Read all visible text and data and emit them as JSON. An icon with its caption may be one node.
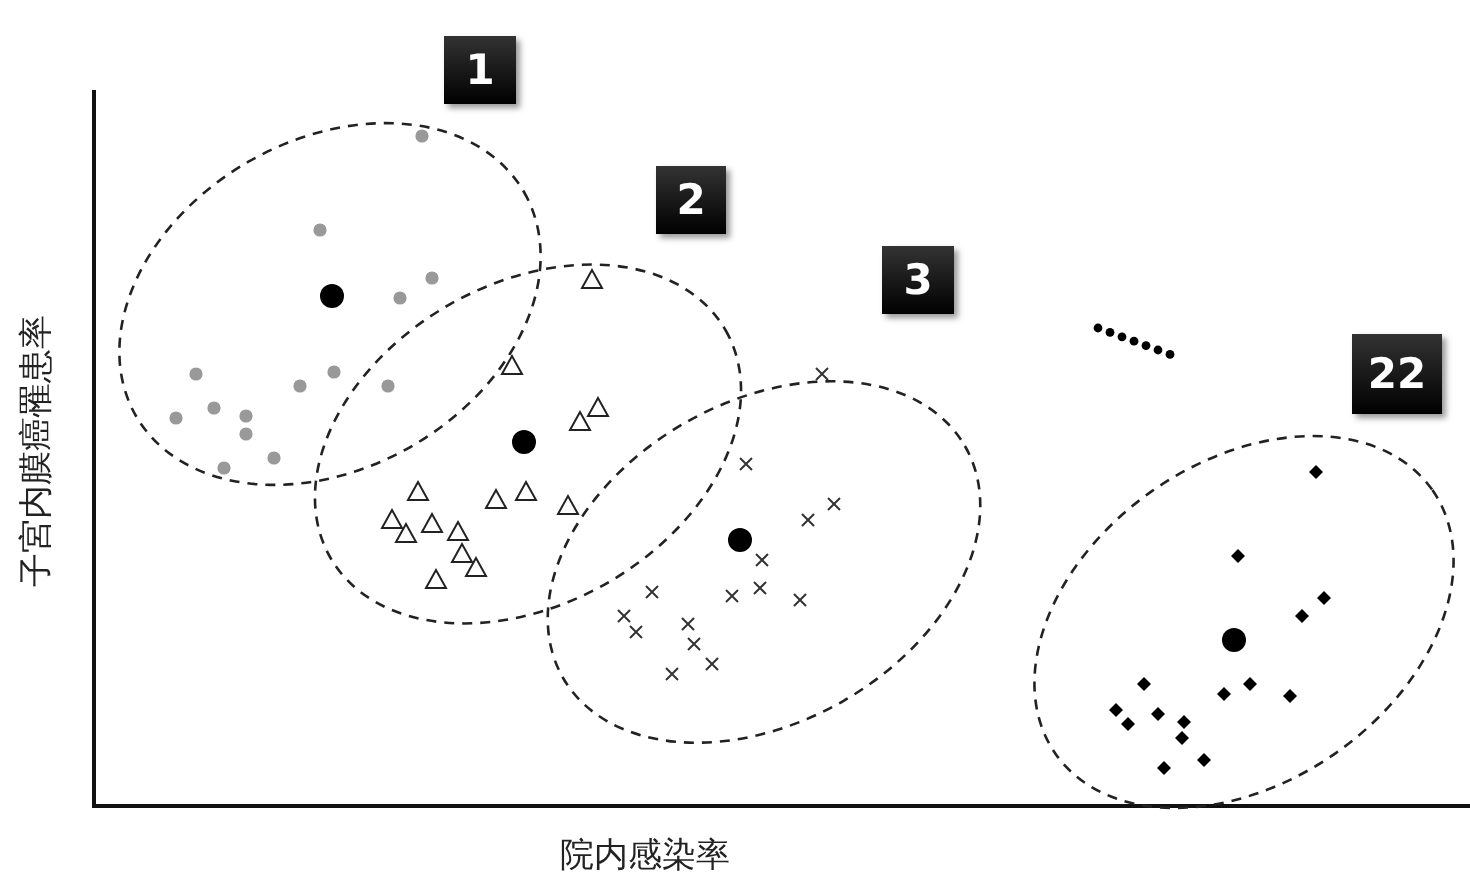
{
  "diagram": {
    "nodes": [
      {
        "text": [
          "1"
        ]
      },
      {
        "text": [
          "2"
        ]
      },
      {
        "text": [
          "3"
        ]
      },
      {
        "text": [
          "22"
        ]
      }
    ],
    "labels": [
      "子宮内膜癌罹患率",
      "院内感染率"
    ]
  }
}
